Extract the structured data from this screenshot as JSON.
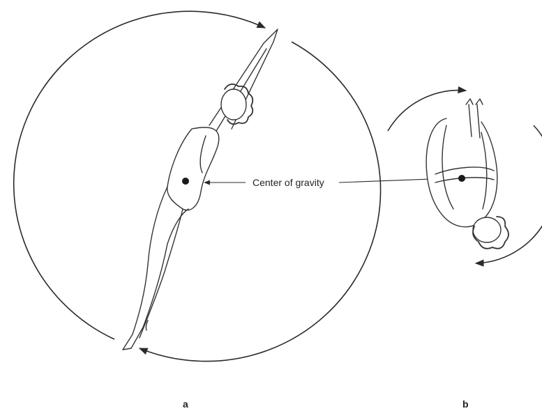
{
  "diagram": {
    "center_label": "Center of gravity",
    "panel_a_label": "a",
    "panel_b_label": "b",
    "colors": {
      "line": "#2a2a2a",
      "figure_stroke": "#333333",
      "dot": "#1a1a1a",
      "background": "#ffffff"
    },
    "icons": [
      "rotation-arrow-icon",
      "diver-layout-figure",
      "diver-tuck-figure",
      "center-of-gravity-dot"
    ]
  }
}
